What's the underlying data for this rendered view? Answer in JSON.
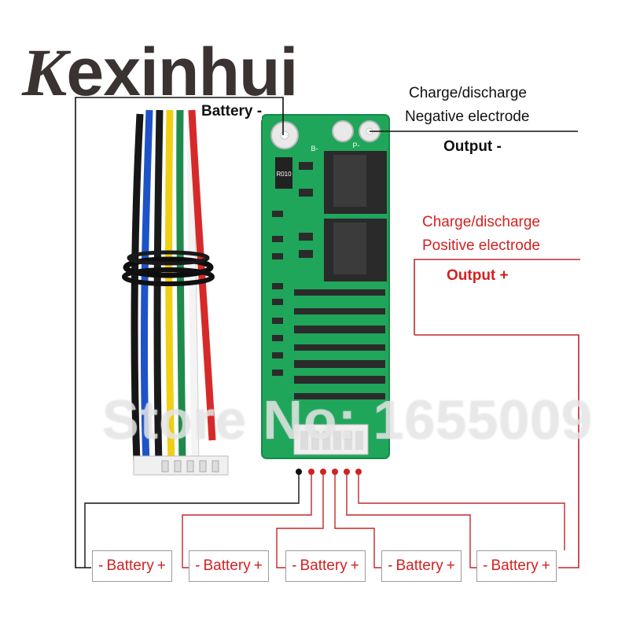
{
  "brand": {
    "first_letter": "K",
    "rest": "exinhui"
  },
  "labels": {
    "battery_minus": "Battery -",
    "neg_line1": "Charge/discharge",
    "neg_line2": "Negative electrode",
    "output_minus": "Output -",
    "pos_line1": "Charge/discharge",
    "pos_line2": "Positive electrode",
    "output_plus": "Output +"
  },
  "watermark": "Store No: 1655009",
  "board": {
    "resistor_label": "R010",
    "pad_b": "B-",
    "pad_p": "P-"
  },
  "batteries": [
    {
      "minus": "-",
      "name": "Battery",
      "plus": "+"
    },
    {
      "minus": "-",
      "name": "Battery",
      "plus": "+"
    },
    {
      "minus": "-",
      "name": "Battery",
      "plus": "+"
    },
    {
      "minus": "-",
      "name": "Battery",
      "plus": "+"
    },
    {
      "minus": "-",
      "name": "Battery",
      "plus": "+"
    }
  ],
  "colors": {
    "red_wire": "#c0282c",
    "black_wire": "#111111",
    "pcb": "#1fa65a",
    "label_red": "#d42121"
  }
}
